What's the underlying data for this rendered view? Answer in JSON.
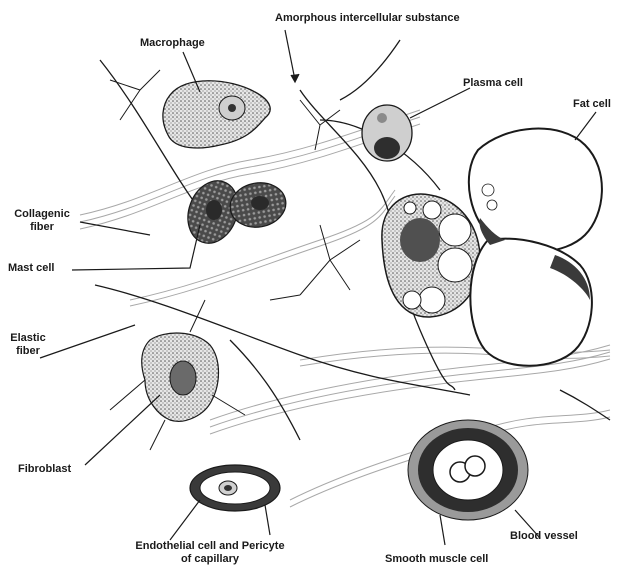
{
  "labels": {
    "amorphous": "Amorphous intercellular substance",
    "macrophage": "Macrophage",
    "plasma_cell": "Plasma cell",
    "fat_cell": "Fat cell",
    "collagenic_line1": "Collagenic",
    "collagenic_line2": "fiber",
    "mast_cell": "Mast cell",
    "elastic_line1": "Elastic",
    "elastic_line2": "fiber",
    "fibroblast": "Fibroblast",
    "endothelial_line1": "Endothelial cell and Pericyte",
    "endothelial_line2": "of capillary",
    "smooth_muscle": "Smooth muscle cell",
    "blood_vessel": "Blood vessel"
  },
  "colors": {
    "ink": "#1a1a1a",
    "cell_fill": "#d8d8d8",
    "dark_fill": "#3a3a3a",
    "fiber": "#9a9a9a"
  }
}
